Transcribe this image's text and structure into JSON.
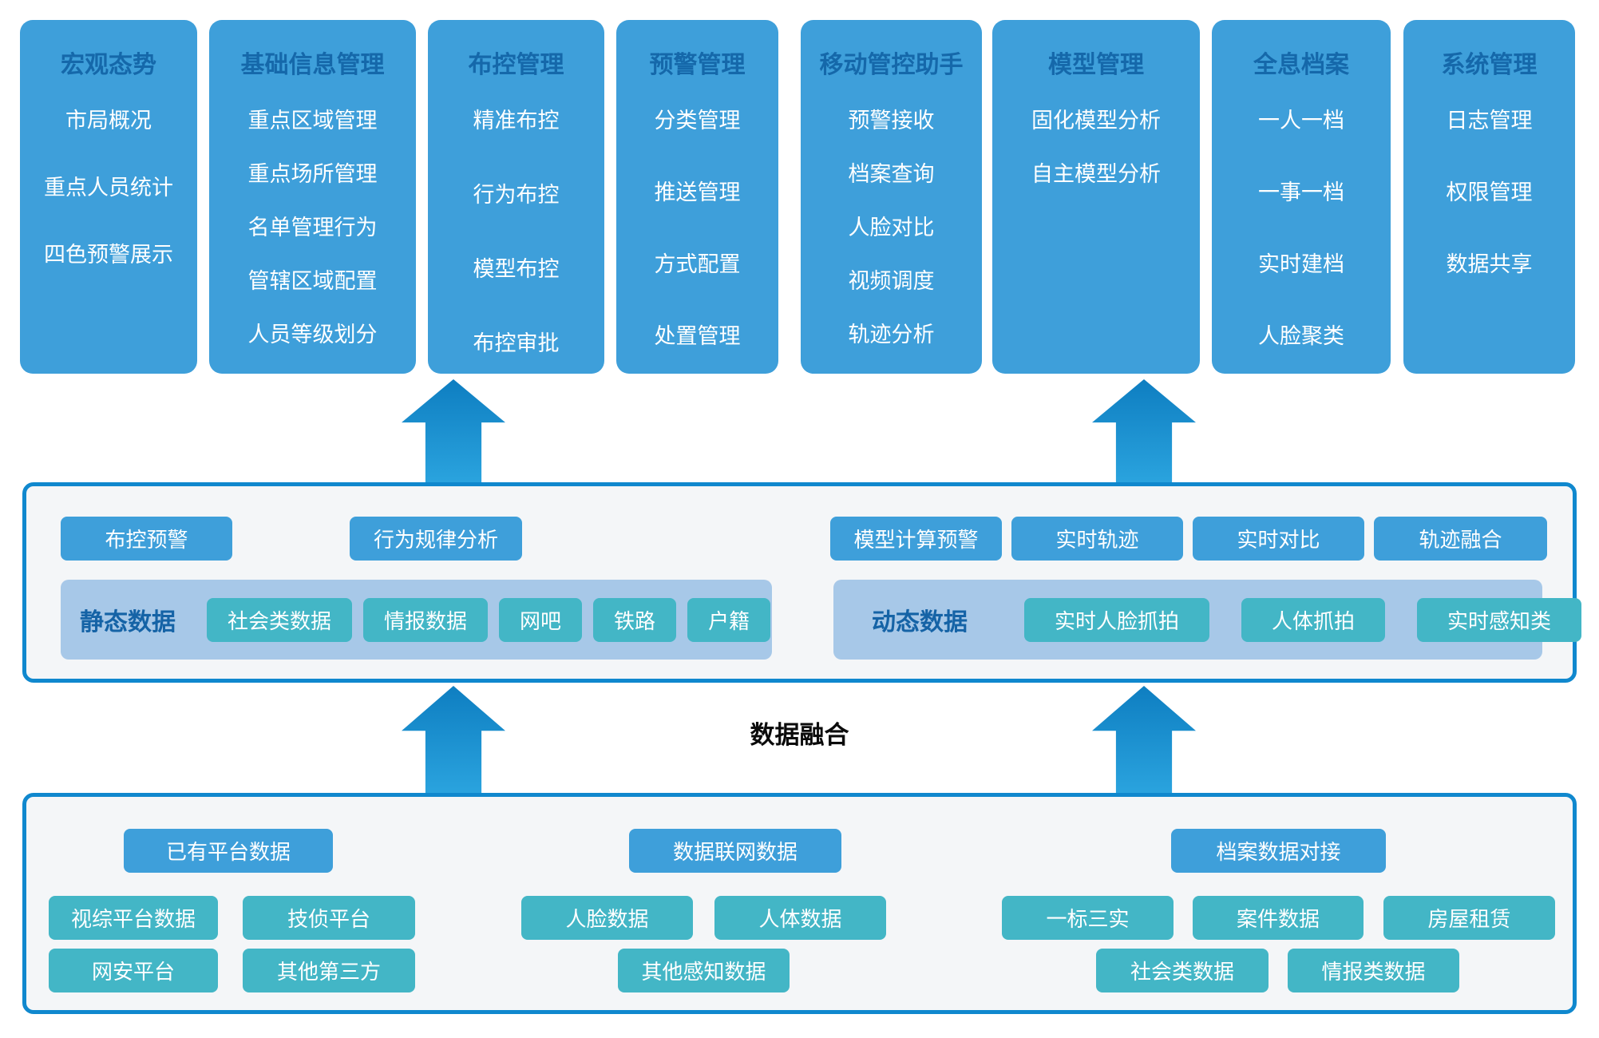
{
  "top_modules": [
    {
      "title": "宏观态势",
      "items": [
        "市局概况",
        "重点人员统计",
        "四色预警展示"
      ]
    },
    {
      "title": "基础信息管理",
      "items": [
        "重点区域管理",
        "重点场所管理",
        "名单管理行为",
        "管辖区域配置",
        "人员等级划分"
      ]
    },
    {
      "title": "布控管理",
      "items": [
        "精准布控",
        "行为布控",
        "模型布控",
        "布控审批"
      ]
    },
    {
      "title": "预警管理",
      "items": [
        "分类管理",
        "推送管理",
        "方式配置",
        "处置管理"
      ]
    },
    {
      "title": "移动管控助手",
      "items": [
        "预警接收",
        "档案查询",
        "人脸对比",
        "视频调度",
        "轨迹分析"
      ]
    },
    {
      "title": "模型管理",
      "items": [
        "固化模型分析",
        "自主模型分析"
      ]
    },
    {
      "title": "全息档案",
      "items": [
        "一人一档",
        "一事一档",
        "实时建档",
        "人脸聚类"
      ]
    },
    {
      "title": "系统管理",
      "items": [
        "日志管理",
        "权限管理",
        "数据共享"
      ]
    }
  ],
  "analysis_layer": {
    "left_buttons": [
      "布控预警",
      "行为规律分析"
    ],
    "right_buttons": [
      "模型计算预警",
      "实时轨迹",
      "实时对比",
      "轨迹融合"
    ],
    "static_data": {
      "label": "静态数据",
      "items": [
        "社会类数据",
        "情报数据",
        "网吧",
        "铁路",
        "户籍"
      ]
    },
    "dynamic_data": {
      "label": "动态数据",
      "items": [
        "实时人脸抓拍",
        "人体抓拍",
        "实时感知类"
      ]
    }
  },
  "fusion_label": "数据融合",
  "data_sources": {
    "groups": [
      {
        "header": "已有平台数据",
        "items": [
          "视综平台数据",
          "技侦平台",
          "网安平台",
          "其他第三方"
        ]
      },
      {
        "header": "数据联网数据",
        "items": [
          "人脸数据",
          "人体数据",
          "其他感知数据"
        ]
      },
      {
        "header": "档案数据对接",
        "items": [
          "一标三实",
          "案件数据",
          "房屋租赁",
          "社会类数据",
          "情报类数据"
        ]
      }
    ]
  },
  "colors": {
    "module_blue": "#3E9FDA",
    "title_blue": "#1568AA",
    "teal": "#43B6C6",
    "band_blue": "#A7C8E8",
    "panel_border": "#1088CE",
    "panel_bg": "#F4F6F8",
    "arrow_top": "#0E7EC1",
    "arrow_bottom": "#2AA3DE"
  }
}
